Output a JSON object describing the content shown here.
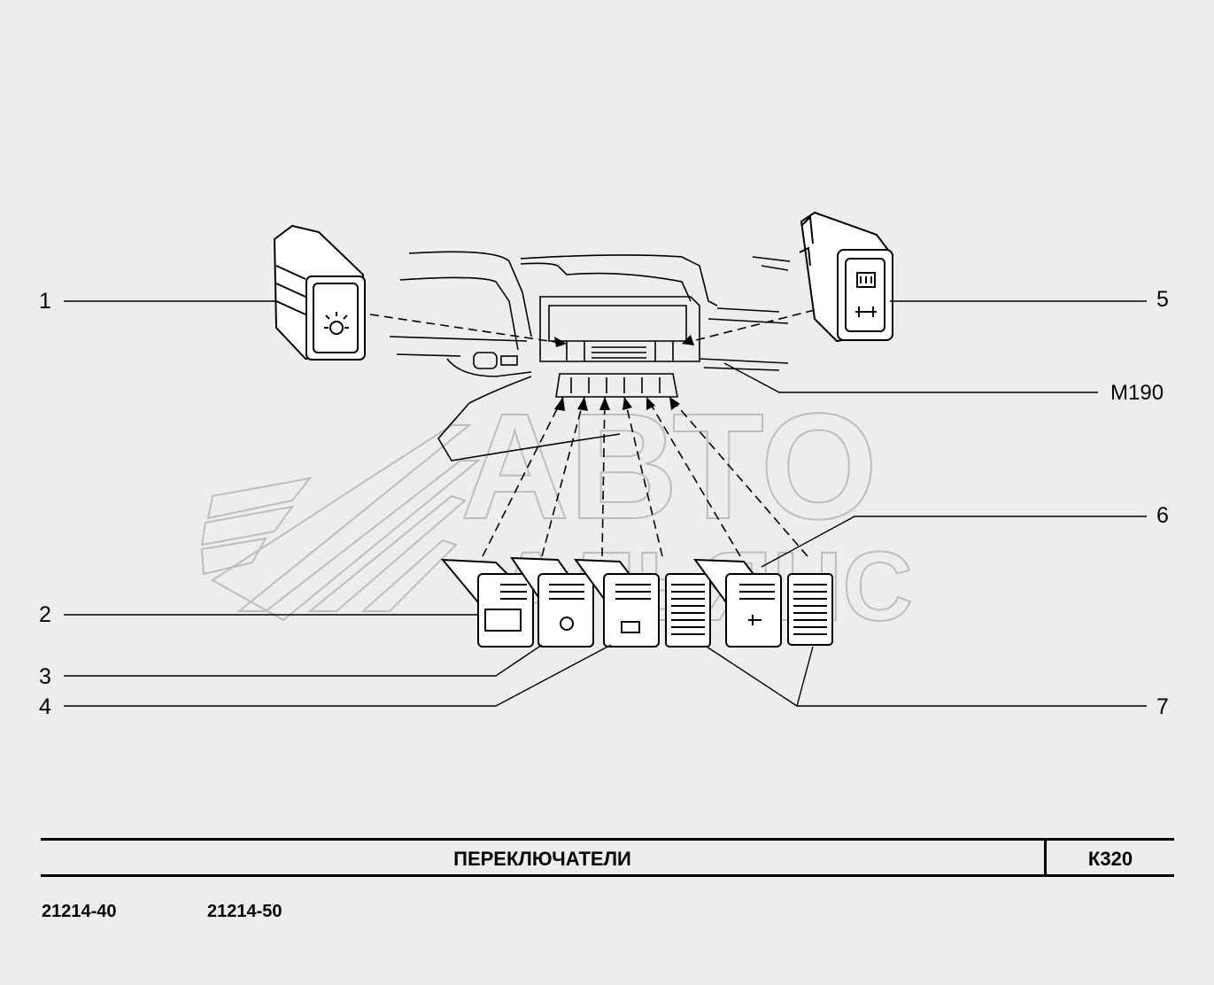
{
  "callouts": {
    "c1": "1",
    "c2": "2",
    "c3": "3",
    "c4": "4",
    "c5": "5",
    "c6": "6",
    "c7": "7",
    "part_code": "M190"
  },
  "watermark": {
    "line1": "АВТО",
    "line2": "АЛЬЯНС"
  },
  "title_block": {
    "title": "ПЕРЕКЛЮЧАТЕЛИ",
    "page_code": "К320",
    "models": [
      "21214-40",
      "21214-50"
    ]
  }
}
